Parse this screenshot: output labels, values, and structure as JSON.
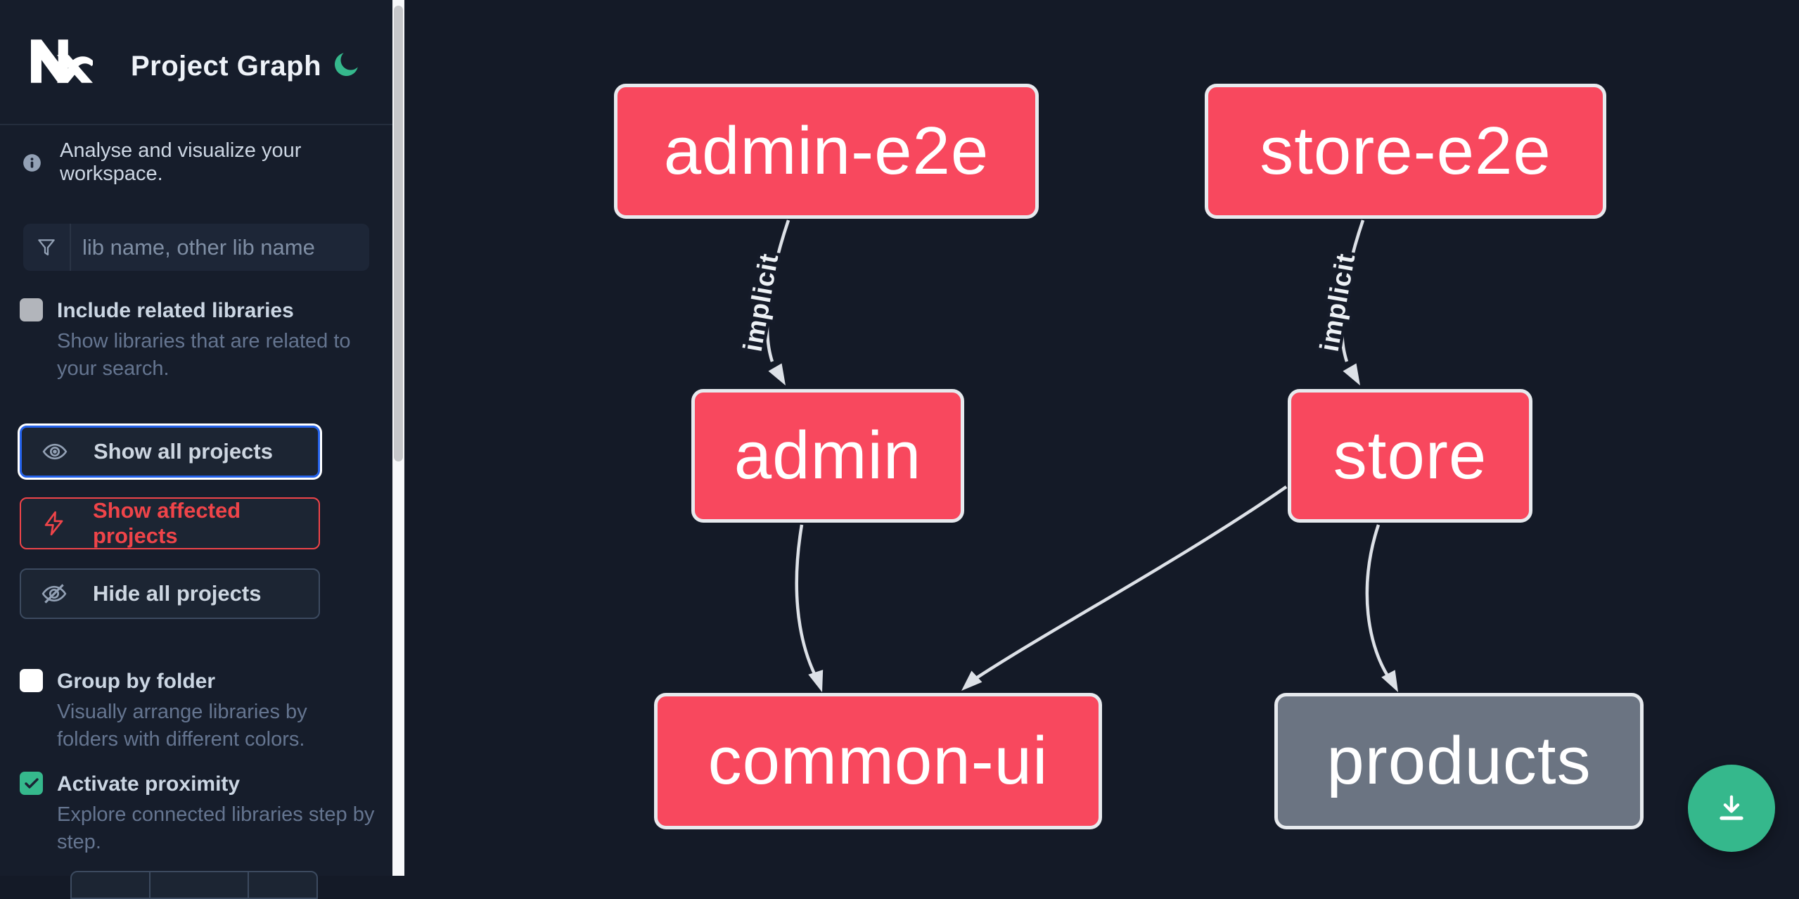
{
  "header": {
    "title": "Project Graph"
  },
  "sidebar": {
    "tagline": "Analyse and visualize your workspace.",
    "search_placeholder": "lib name, other lib name",
    "options": [
      {
        "label": "Include related libraries",
        "description": "Show libraries that are related to your search.",
        "checked": false,
        "checkbox_color": "#b2b5bb"
      },
      {
        "label": "Group by folder",
        "description": "Visually arrange libraries by folders with different colors.",
        "checked": false,
        "checkbox_color": "#ffffff"
      },
      {
        "label": "Activate proximity",
        "description": "Explore connected libraries step by step.",
        "checked": true,
        "checkbox_color": "#35b88c"
      }
    ],
    "actions": [
      {
        "label": "Show all projects",
        "active": true,
        "border_color": "#2563eb"
      },
      {
        "label": "Show affected projects",
        "active": false,
        "border_color": "#ef4449",
        "text_color": "#ef4449"
      },
      {
        "label": "Hide all projects",
        "active": false,
        "border_color": "#3c4a5f"
      }
    ]
  },
  "graph": {
    "nodes": [
      {
        "id": "admin-e2e",
        "label": "admin-e2e",
        "color": "#f8485e"
      },
      {
        "id": "store-e2e",
        "label": "store-e2e",
        "color": "#f8485e"
      },
      {
        "id": "admin",
        "label": "admin",
        "color": "#f8485e"
      },
      {
        "id": "store",
        "label": "store",
        "color": "#f8485e"
      },
      {
        "id": "common-ui",
        "label": "common-ui",
        "color": "#f8485e"
      },
      {
        "id": "products",
        "label": "products",
        "color": "#6b7482"
      }
    ],
    "edges": [
      {
        "from": "admin-e2e",
        "to": "admin",
        "label": "implicit"
      },
      {
        "from": "store-e2e",
        "to": "store",
        "label": "implicit"
      },
      {
        "from": "admin",
        "to": "common-ui",
        "label": ""
      },
      {
        "from": "store",
        "to": "common-ui",
        "label": ""
      },
      {
        "from": "store",
        "to": "products",
        "label": ""
      }
    ],
    "edge_color": "#dde1e7",
    "node_border_color": "#e7eaee"
  },
  "colors": {
    "sidebar_bg": "#161d2b",
    "canvas_bg": "#141a27",
    "accent_green": "#35b88c",
    "accent_blue": "#2563eb",
    "accent_red": "#ef4449",
    "node_pink": "#f8485e",
    "node_gray": "#6b7482"
  }
}
